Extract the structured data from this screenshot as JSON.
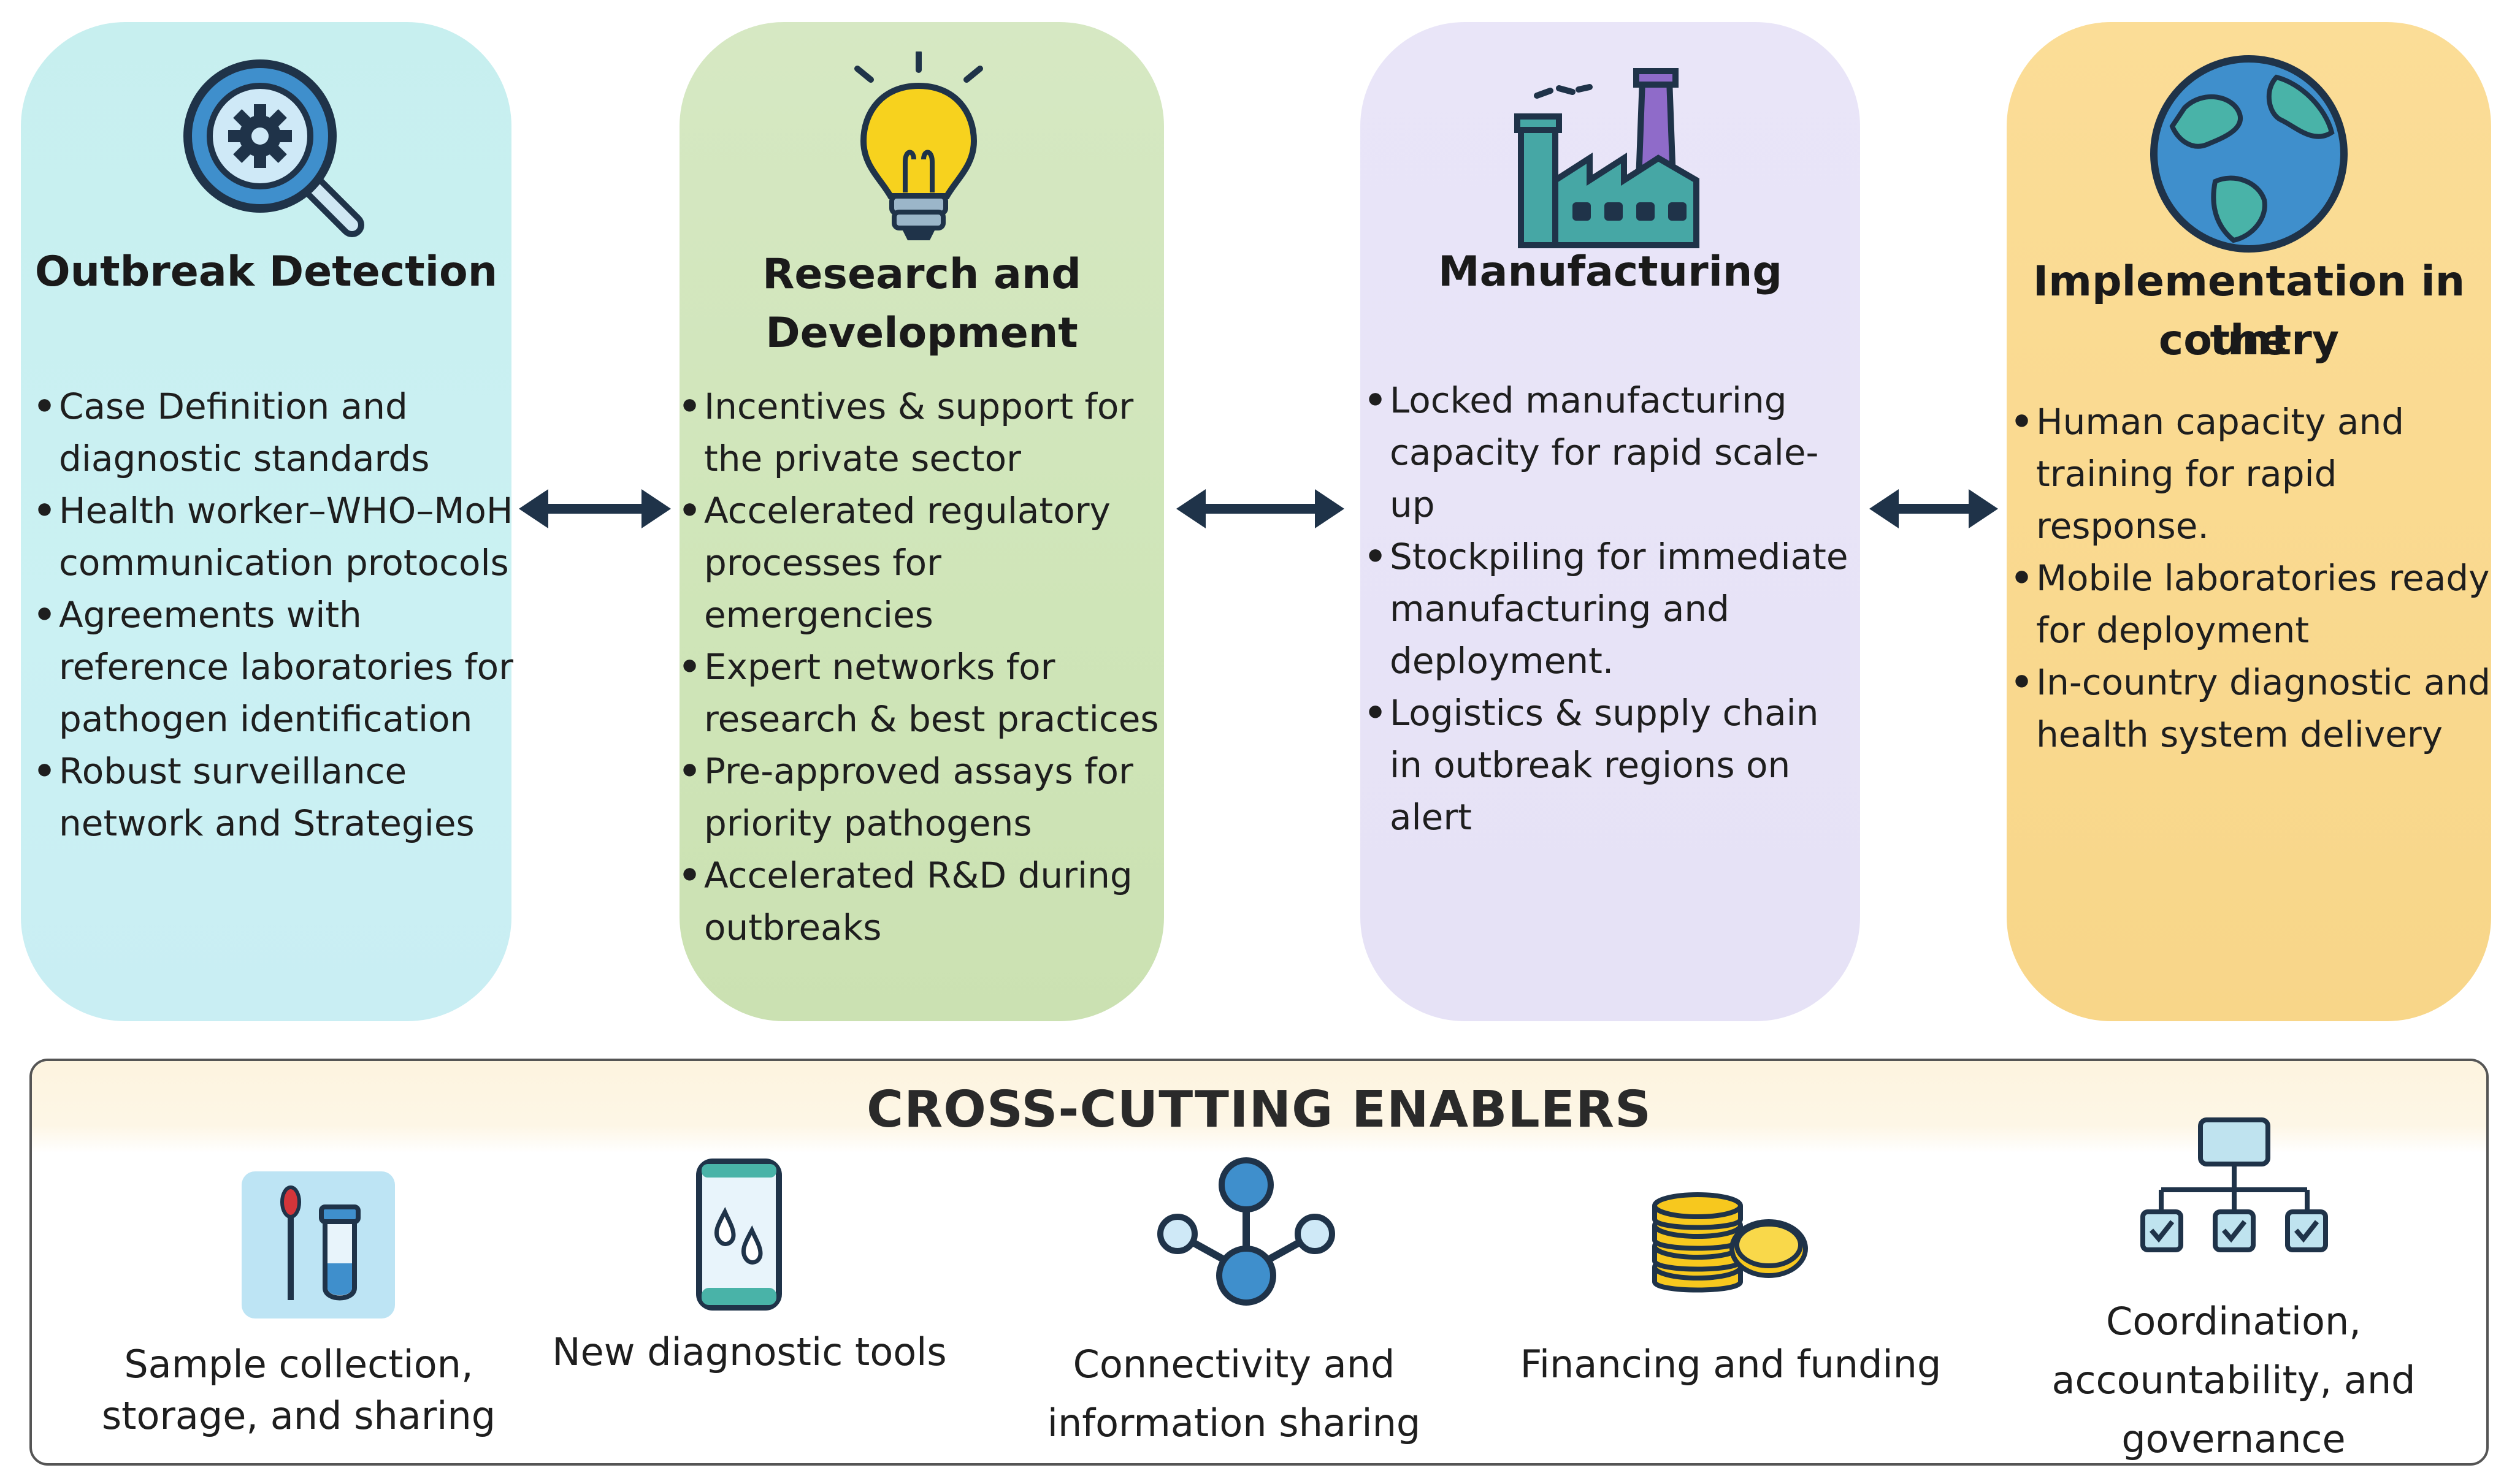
{
  "columns": {
    "detection": {
      "title": "Outbreak Detection",
      "bullets": [
        "Case Definition and diagnostic standards",
        "Health worker–WHO–MoH communication protocols",
        "Agreements with reference laboratories for pathogen identification",
        "Robust surveillance network and  Strategies"
      ]
    },
    "rnd": {
      "title_line1": "Research and",
      "title_line2": "Development",
      "bullets": [
        "Incentives & support for the private sector",
        "Accelerated regulatory processes for emergencies",
        "Expert networks for research & best practices",
        "Pre-approved assays for priority pathogens",
        "Accelerated R&D during outbreaks"
      ]
    },
    "manufacturing": {
      "title": "Manufacturing",
      "bullets": [
        "Locked manufacturing capacity for rapid scale-up",
        "Stockpiling for immediate manufacturing and deployment.",
        "Logistics & supply chain in outbreak regions on alert"
      ]
    },
    "implementation": {
      "title_line1": "Implementation in the",
      "title_line2": "country",
      "bullets": [
        "Human capacity and training for rapid response.",
        "Mobile laboratories ready for deployment",
        "In-country diagnostic and health system delivery"
      ]
    }
  },
  "enablers": {
    "title": "CROSS-CUTTING ENABLERS",
    "items": [
      {
        "icon": "sample-tubes-icon",
        "label_line1": "Sample collection,",
        "label_line2": "storage, and sharing"
      },
      {
        "icon": "diagnostic-device-icon",
        "label_line1": "New diagnostic tools"
      },
      {
        "icon": "network-nodes-icon",
        "label_line1": "Connectivity and",
        "label_line2": "information sharing"
      },
      {
        "icon": "coins-icon",
        "label_line1": "Financing and funding"
      },
      {
        "icon": "org-chart-icon",
        "label_line1": "Coordination,",
        "label_line2": "accountability, and",
        "label_line3": "governance"
      }
    ]
  },
  "colors": {
    "detection": "#c9eff2",
    "rnd": "#d2e6bd",
    "manufacturing": "#e8e4f7",
    "implementation": "#f9d98f",
    "arrow": "#1f3349",
    "icon_blue": "#3f8fcc"
  }
}
